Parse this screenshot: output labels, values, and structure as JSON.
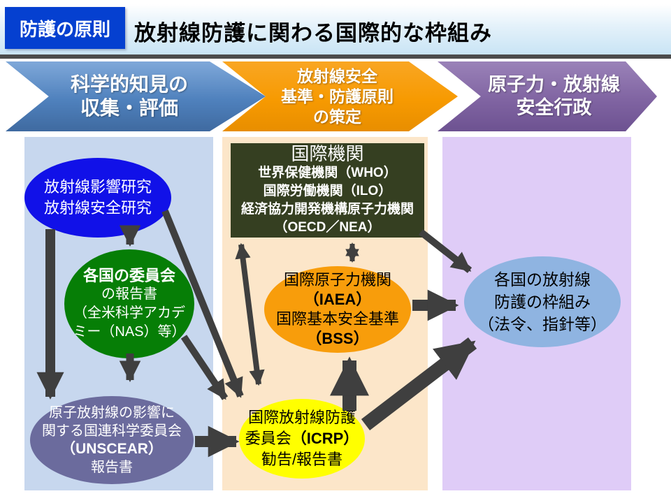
{
  "header": {
    "badge": "防護の原則",
    "title": "放射線防護に関わる国際的な枠組み"
  },
  "banners": [
    {
      "id": "science",
      "color": "#4f81bd",
      "lines": [
        "科学的知見の",
        "収集・評価"
      ]
    },
    {
      "id": "standards",
      "color": "#f79a01",
      "lines": [
        "放射線安全",
        "基準・防護原則",
        "の策定"
      ]
    },
    {
      "id": "administration",
      "color": "#8064a2",
      "lines": [
        "原子力・放射線",
        "安全行政"
      ]
    }
  ],
  "nodes": {
    "research": {
      "color": "#1111e8",
      "lines": [
        "放射線影響研究",
        "放射線安全研究"
      ]
    },
    "national_committee": {
      "color": "#067e06",
      "title": "各国の委員会",
      "lines": [
        "の報告書",
        "（全米科学アカデ",
        "ミー（NAS）等）"
      ]
    },
    "unscear": {
      "color": "#6b6b9d",
      "line1": "原子放射線の影響に",
      "line2": "関する国連科学委員会",
      "line3": "（UNSCEAR）",
      "line4": "報告書"
    },
    "international_orgs": {
      "color": "#353f21",
      "title": "国際機関",
      "lines": [
        "世界保健機関（WHO）",
        "国際労働機関（ILO）",
        "経済協力開発機構原子力機関",
        "（OECD／NEA）"
      ]
    },
    "iaea": {
      "color": "#f89d0b",
      "line1": "国際原子力機関",
      "line2": "（IAEA）",
      "line3": "国際基本安全基準",
      "line4": "（BSS）"
    },
    "icrp": {
      "color": "#ffff00",
      "line1": "国際放射線防護",
      "line2_normal": "委員会",
      "line2_bold": "（ICRP）",
      "line3": "勧告/報告書"
    },
    "national_framework": {
      "color": "#8fb4e1",
      "lines": [
        "各国の放射線",
        "防護の枠組み",
        "（法令、指針等）"
      ]
    }
  },
  "connections": [
    {
      "from": "research",
      "to": "unscear",
      "double": false
    },
    {
      "from": "research",
      "to": "national_committee",
      "double": false
    },
    {
      "from": "research",
      "to": "icrp",
      "double": false
    },
    {
      "from": "national_committee",
      "to": "unscear",
      "double": false
    },
    {
      "from": "national_committee",
      "to": "icrp",
      "double": false
    },
    {
      "from": "unscear",
      "to": "icrp",
      "double": false
    },
    {
      "from": "international_orgs",
      "to": "icrp",
      "double": true
    },
    {
      "from": "international_orgs",
      "to": "iaea",
      "double": true
    },
    {
      "from": "icrp",
      "to": "iaea",
      "double": false
    },
    {
      "from": "iaea",
      "to": "national_framework",
      "double": false
    },
    {
      "from": "international_orgs",
      "to": "national_framework",
      "double": false
    },
    {
      "from": "icrp",
      "to": "national_framework",
      "double": false
    }
  ],
  "arrow_color": "#3f3f3f"
}
